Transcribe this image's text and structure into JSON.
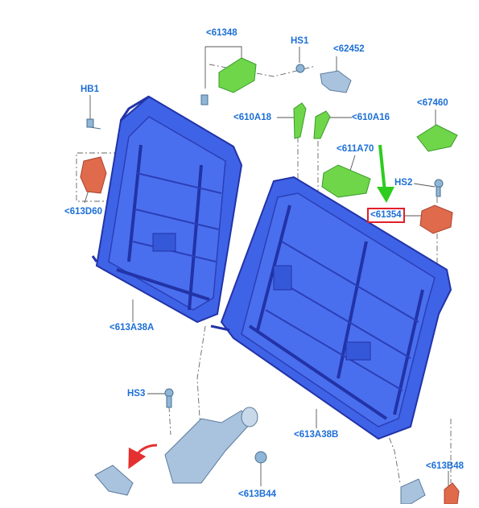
{
  "diagram": {
    "callouts": [
      {
        "id": "61348",
        "label": "<61348"
      },
      {
        "id": "HS1",
        "label": "HS1"
      },
      {
        "id": "62452",
        "label": "<62452"
      },
      {
        "id": "HB1",
        "label": "HB1"
      },
      {
        "id": "610A18",
        "label": "<610A18"
      },
      {
        "id": "610A16",
        "label": "<610A16"
      },
      {
        "id": "67460",
        "label": "<67460"
      },
      {
        "id": "611A70",
        "label": "<611A70"
      },
      {
        "id": "HS2",
        "label": "HS2"
      },
      {
        "id": "61354",
        "label": "<61354"
      },
      {
        "id": "613D60",
        "label": "<613D60"
      },
      {
        "id": "613A38A",
        "label": "<613A38A"
      },
      {
        "id": "HS3",
        "label": "HS3"
      },
      {
        "id": "613A38B",
        "label": "<613A38B"
      },
      {
        "id": "613B44",
        "label": "<613B44"
      },
      {
        "id": "613B48",
        "label": "<613B48"
      }
    ],
    "highlighted": "61354"
  },
  "colors": {
    "callout_text": "#1c6fd6",
    "highlight_box": "#e0202a",
    "frame_blue": "#3f63e6",
    "frame_blue_dark": "#2233a8",
    "green_part": "#6fd64a",
    "orange_part": "#e06a4c",
    "metal_part": "#a9c3df",
    "pointer_arrow_green": "#2ecc1e",
    "rotation_arrow_red": "#e53030",
    "leader_line": "#555555"
  }
}
